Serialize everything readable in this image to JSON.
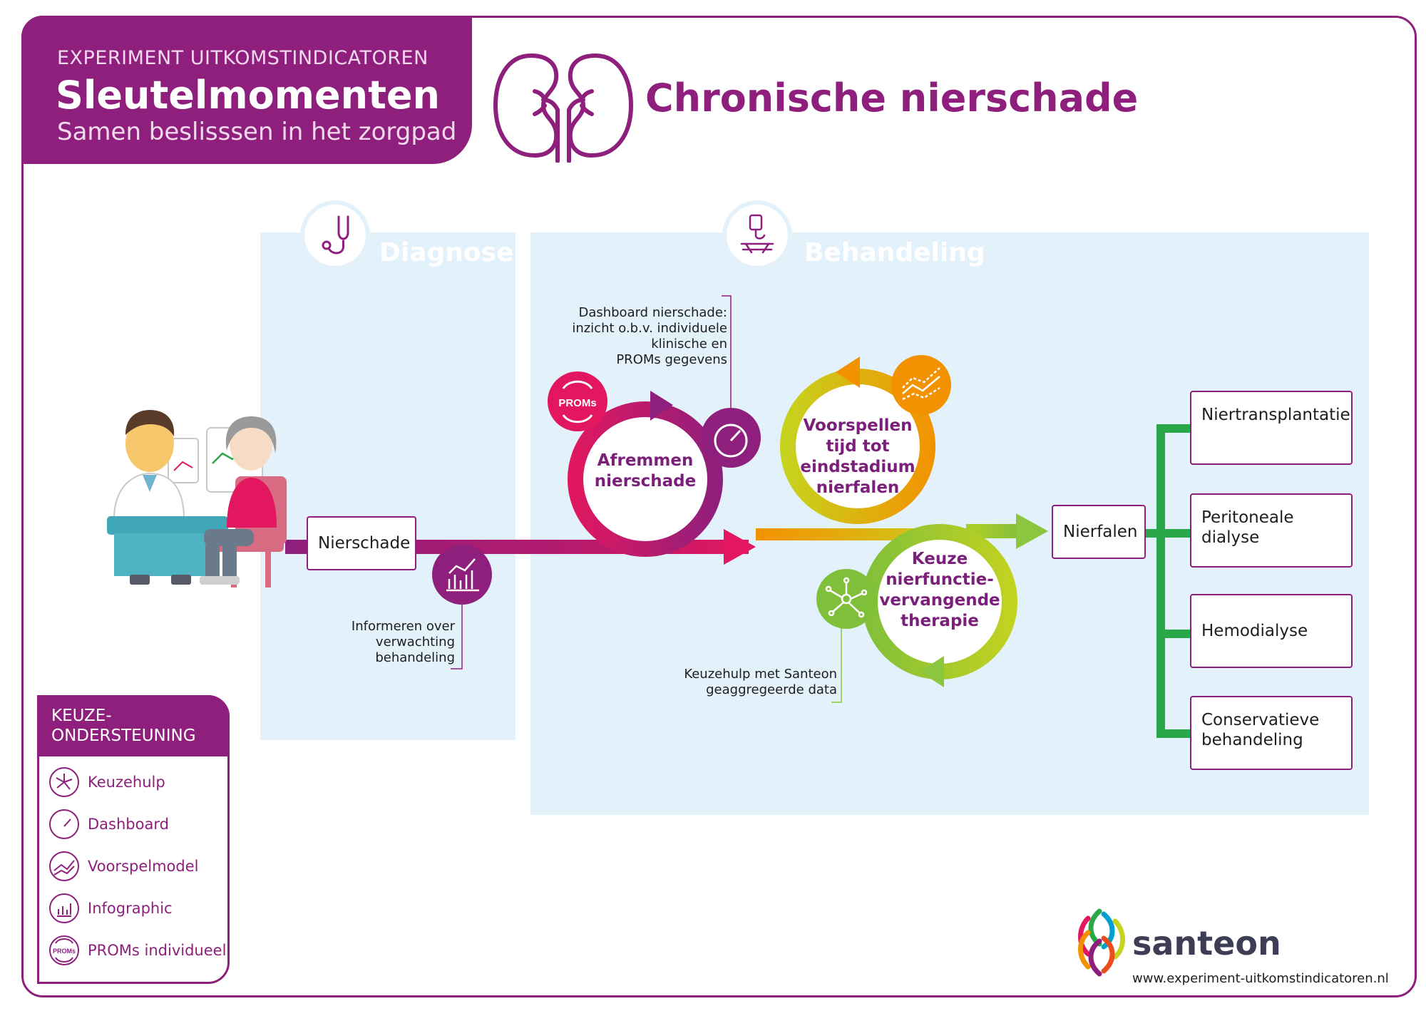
{
  "header": {
    "kicker": "EXPERIMENT UITKOMSTINDICATOREN",
    "title": "Sleutelmomenten",
    "subtitle": "Samen beslisssen in het zorgpad"
  },
  "main_title": "Chronische nierschade",
  "phases": {
    "diagnose": "Diagnose",
    "behandeling": "Behandeling"
  },
  "pathway": {
    "start": "Nierschade",
    "end": "Nierfalen"
  },
  "notes": {
    "dashboard": [
      "Dashboard nierschade:",
      "inzicht o.b.v. individuele",
      "klinische en",
      "PROMs gegevens"
    ],
    "informeren": [
      "Informeren over",
      "verwachting",
      "behandeling"
    ],
    "keuzehulp": [
      "Keuzehulp met Santeon",
      "geaggregeerde data"
    ]
  },
  "cycles": {
    "afremmen": [
      "Afremmen",
      "nierschade"
    ],
    "voorspellen": [
      "Voorspellen",
      "tijd tot",
      "eindstadium",
      "nierfalen"
    ],
    "keuze": [
      "Keuze",
      "nierfunctie-",
      "vervangende",
      "therapie"
    ]
  },
  "icons": {
    "proms_badge": "PROMs",
    "proms_legend": "PROMs"
  },
  "outcomes": [
    [
      "Niertransplantatie"
    ],
    [
      "Peritoneale",
      "dialyse"
    ],
    [
      "Hemodialyse"
    ],
    [
      "Conservatieve",
      "behandeling"
    ]
  ],
  "legend": {
    "title_lines": [
      "KEUZE-",
      "ONDERSTEUNING"
    ],
    "items": [
      "Keuzehulp",
      "Dashboard",
      "Voorspelmodel",
      "Infographic",
      "PROMs individueel"
    ]
  },
  "brand": {
    "name": "santeon",
    "url": "www.experiment-uitkomstindicatoren.nl"
  },
  "colors": {
    "purple": "#8e1f7c",
    "magenta": "#e2175f",
    "orange": "#f39200",
    "lime": "#c6d31f",
    "green": "#29a84a",
    "light_blue": "#e3f1fb"
  }
}
